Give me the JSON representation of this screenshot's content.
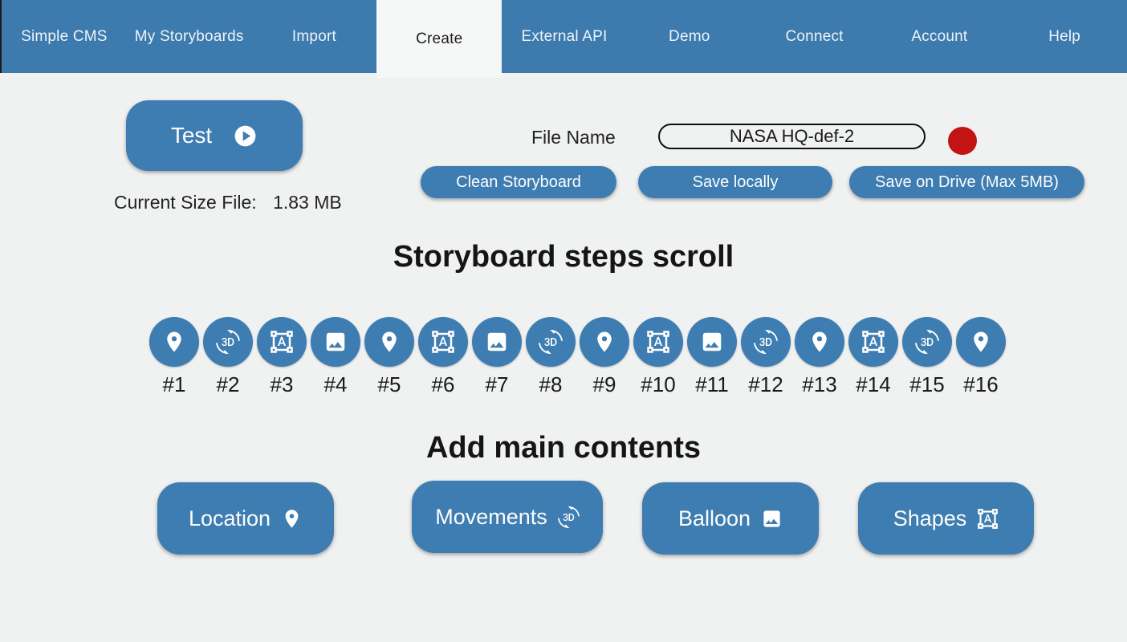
{
  "nav": {
    "items": [
      {
        "label": "Simple CMS"
      },
      {
        "label": "My Storyboards"
      },
      {
        "label": "Import"
      },
      {
        "label": "Create",
        "active": true
      },
      {
        "label": "External API"
      },
      {
        "label": "Demo"
      },
      {
        "label": "Connect"
      },
      {
        "label": "Account"
      },
      {
        "label": "Help"
      }
    ]
  },
  "toolbar": {
    "test_label": "Test",
    "test_icon": "play-circle-icon",
    "current_size_label": "Current Size File:",
    "current_size_value": "1.83 MB",
    "file_name_label": "File Name",
    "file_name_value": "NASA HQ-def-2",
    "clean_button": "Clean Storyboard",
    "save_local_button": "Save locally",
    "save_drive_button": "Save on Drive (Max 5MB)"
  },
  "steps": {
    "title": "Storyboard steps scroll",
    "items": [
      {
        "label": "#1",
        "icon": "location-icon"
      },
      {
        "label": "#2",
        "icon": "3d-rotation-icon"
      },
      {
        "label": "#3",
        "icon": "shapes-icon"
      },
      {
        "label": "#4",
        "icon": "image-icon"
      },
      {
        "label": "#5",
        "icon": "location-icon"
      },
      {
        "label": "#6",
        "icon": "shapes-icon"
      },
      {
        "label": "#7",
        "icon": "image-icon"
      },
      {
        "label": "#8",
        "icon": "3d-rotation-icon"
      },
      {
        "label": "#9",
        "icon": "location-icon"
      },
      {
        "label": "#10",
        "icon": "shapes-icon"
      },
      {
        "label": "#11",
        "icon": "image-icon"
      },
      {
        "label": "#12",
        "icon": "3d-rotation-icon"
      },
      {
        "label": "#13",
        "icon": "location-icon"
      },
      {
        "label": "#14",
        "icon": "shapes-icon"
      },
      {
        "label": "#15",
        "icon": "3d-rotation-icon"
      },
      {
        "label": "#16",
        "icon": "location-icon"
      }
    ]
  },
  "contents": {
    "title": "Add main contents",
    "buttons": [
      {
        "label": "Location",
        "icon": "location-icon"
      },
      {
        "label": "Movements",
        "icon": "3d-rotation-icon"
      },
      {
        "label": "Balloon",
        "icon": "image-icon"
      },
      {
        "label": "Shapes",
        "icon": "shapes-icon"
      }
    ]
  },
  "colors": {
    "accent_blue": "#3e7db1",
    "status_red": "#c31414",
    "page_background": "#f0f1f1"
  }
}
